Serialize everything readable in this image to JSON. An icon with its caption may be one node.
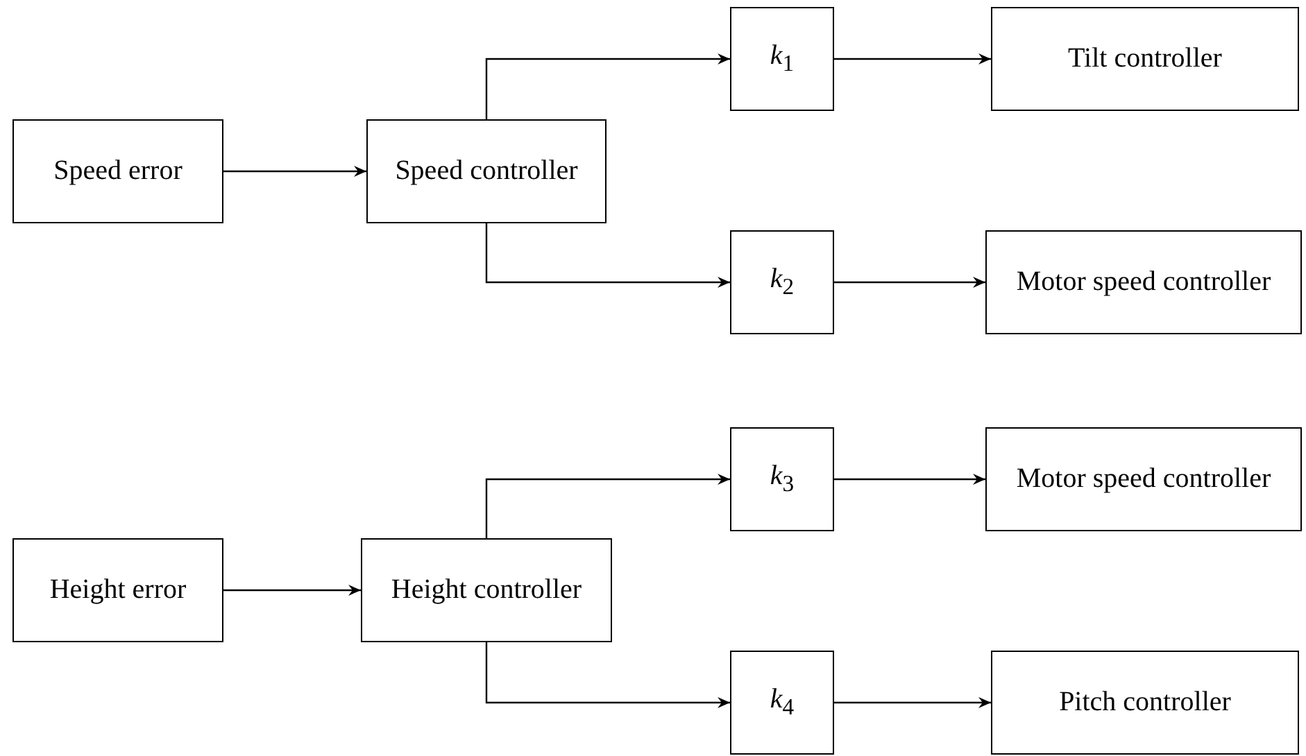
{
  "diagram": {
    "nodes": [
      {
        "text": [
          "Speed error"
        ]
      },
      {
        "text": [
          "Speed controller"
        ]
      },
      {
        "text": [
          "*k*$_{1}$"
        ]
      },
      {
        "text": [
          "Tilt controller"
        ]
      },
      {
        "text": [
          "*k*$_{2}$"
        ]
      },
      {
        "text": [
          "Motor speed controller"
        ]
      },
      {
        "text": [
          "Height error"
        ]
      },
      {
        "text": [
          "Height controller"
        ]
      },
      {
        "text": [
          "*k*$_{3}$"
        ]
      },
      {
        "text": [
          "Motor speed controller"
        ]
      },
      {
        "text": [
          "*k*$_{4}$"
        ]
      },
      {
        "text": [
          "Pitch controller"
        ]
      }
    ],
    "edges": [
      {
        "from": 0,
        "to": 1,
        "arrow": "to"
      },
      {
        "from": 1,
        "to": 2,
        "arrow": "to"
      },
      {
        "from": 2,
        "to": 3,
        "arrow": "to"
      },
      {
        "from": 1,
        "to": 4,
        "arrow": "to"
      },
      {
        "from": 4,
        "to": 5,
        "arrow": "to"
      },
      {
        "from": 6,
        "to": 7,
        "arrow": "to"
      },
      {
        "from": 7,
        "to": 8,
        "arrow": "to"
      },
      {
        "from": 8,
        "to": 9,
        "arrow": "to"
      },
      {
        "from": 7,
        "to": 10,
        "arrow": "to"
      },
      {
        "from": 10,
        "to": 11,
        "arrow": "to"
      }
    ]
  }
}
